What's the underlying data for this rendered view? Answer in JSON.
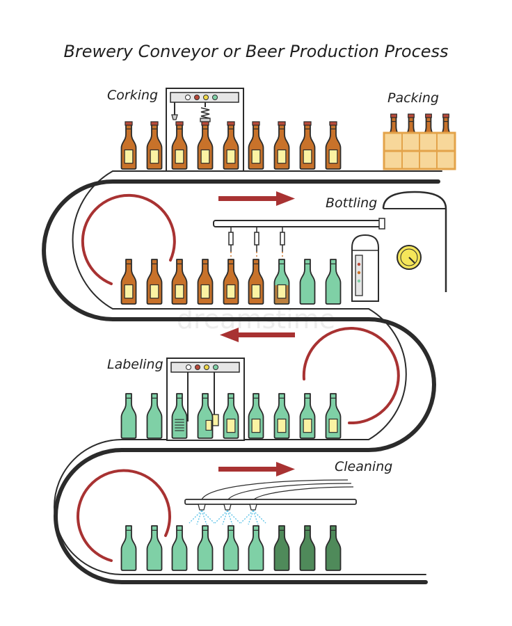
{
  "title": "Brewery Conveyor or Beer Production Process",
  "stages": {
    "corking": "Corking",
    "packing": "Packing",
    "bottling": "Bottling",
    "labeling": "Labeling",
    "cleaning": "Cleaning"
  },
  "watermark": "dreamstime",
  "colors": {
    "outline": "#2b2b2b",
    "belt": "#2b2b2b",
    "arrow": "#a83232",
    "beer": "#c8722a",
    "beer_dark": "#a9561c",
    "glass_green": "#7fd0a6",
    "glass_dark": "#4f8a5a",
    "label": "#fbf3a3",
    "crate": "#f7d79a",
    "crate_edge": "#e3a34a",
    "cap": "#b94a3a",
    "spray": "#5cc3e8",
    "machine": "#e6e6e6",
    "gauge": "#f5e65a"
  },
  "rows": [
    {
      "name": "corking",
      "bottles": [
        "beer_capped",
        "beer_capped",
        "beer_capped",
        "beer_capped",
        "beer_capped",
        "beer_capped",
        "beer_capped",
        "beer_capped",
        "beer_capped"
      ]
    },
    {
      "name": "bottling",
      "bottles": [
        "beer",
        "beer",
        "beer",
        "beer",
        "beer",
        "beer_green",
        "green_fill",
        "green",
        "green"
      ]
    },
    {
      "name": "labeling",
      "bottles": [
        "green",
        "green",
        "green_striped",
        "green_tag",
        "green_label",
        "green_label",
        "green_label",
        "green_label",
        "green_label"
      ]
    },
    {
      "name": "cleaning",
      "bottles": [
        "green",
        "green",
        "green",
        "green",
        "green",
        "green",
        "dark",
        "dark",
        "dark"
      ]
    }
  ]
}
